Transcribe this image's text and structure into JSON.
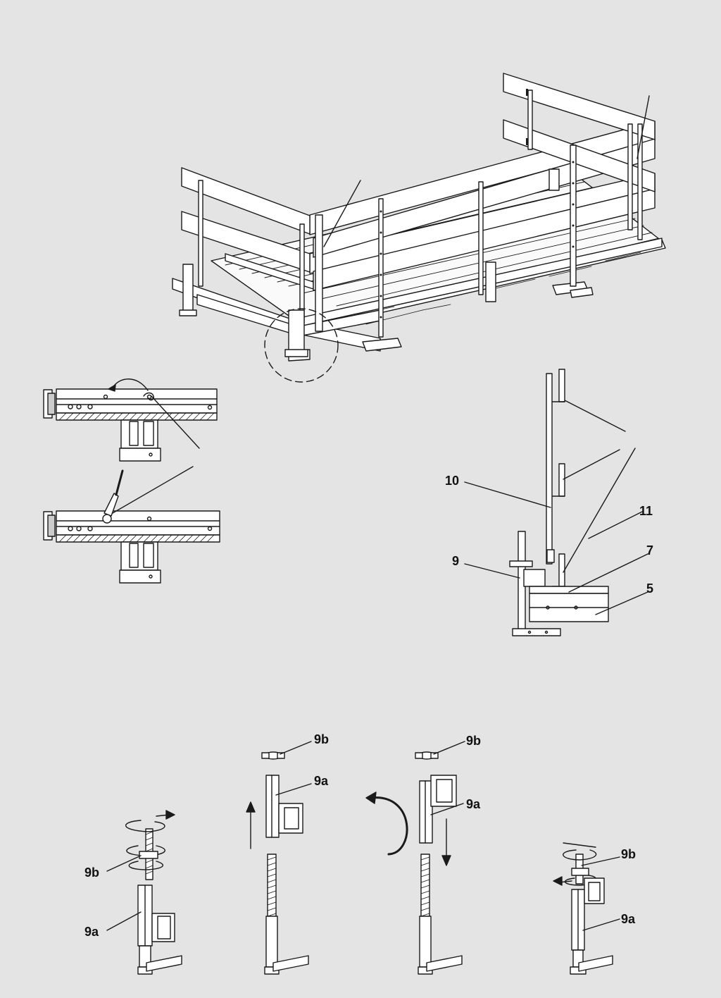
{
  "callouts": {
    "detail_side": {
      "c10": "10",
      "c11": "11",
      "c9": "9",
      "c7": "7",
      "c5": "5"
    },
    "step1": {
      "nut": "9b",
      "sleeve": "9a"
    },
    "step2": {
      "nut": "9b",
      "sleeve": "9a"
    },
    "step3": {
      "nut": "9b",
      "sleeve": "9a"
    },
    "step4": {
      "nut": "9b",
      "sleeve": "9a"
    }
  },
  "colors": {
    "background": "#e4e4e4",
    "line": "#1a1a1a",
    "fill": "#ffffff"
  }
}
